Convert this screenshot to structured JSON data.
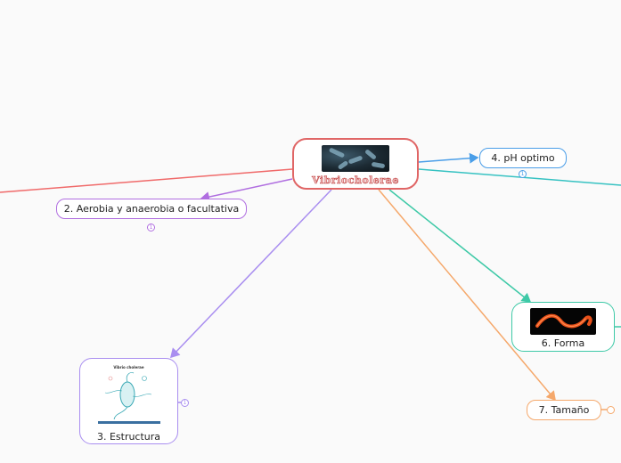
{
  "central": {
    "title": "Vibriocholerae"
  },
  "nodes": {
    "ph": {
      "label": "4. pH optimo",
      "count": "1"
    },
    "aerobia": {
      "label": "2. Aerobia y anaerobia o facultativa",
      "count": "1"
    },
    "forma": {
      "label": "6. Forma"
    },
    "tamano": {
      "label": "7. Tamaño"
    },
    "estructura": {
      "label": "3. Estructura",
      "count": "1",
      "image_title": "Vibrio cholerae"
    }
  },
  "colors": {
    "central": "#e06666",
    "ph": "#4a9ee8",
    "aerobia": "#b06ee0",
    "forma": "#3ec9a7",
    "tamano": "#f5a86b",
    "estructura": "#a98ef0",
    "offscreen_right": "#36c2c2",
    "offscreen_left": "#f06a6a"
  }
}
